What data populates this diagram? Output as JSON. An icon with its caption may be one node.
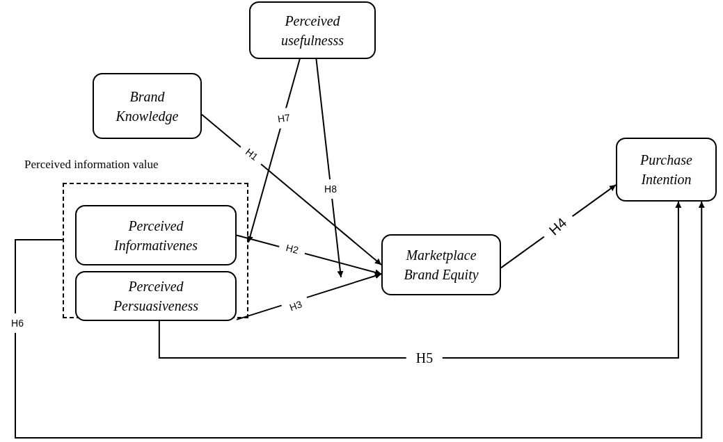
{
  "diagram": {
    "nodes": [
      {
        "text": [
          "Perceived usefulnesss"
        ]
      },
      {
        "text": [
          "Brand Knowledge"
        ]
      },
      {
        "text": [
          "Perceived information value"
        ]
      },
      {
        "text": [
          "Perceived Informativenes"
        ],
        "in": 2
      },
      {
        "text": [
          "Perceived Persuasiveness"
        ],
        "in": 2
      },
      {
        "text": [
          "Marketplace Brand Equity"
        ]
      },
      {
        "text": [
          "Purchase Intention"
        ]
      }
    ],
    "edges": [
      {
        "from": 1,
        "to": 5,
        "arrow": "to",
        "label": "H1"
      },
      {
        "from": 0,
        "to": 2,
        "arrow": "to",
        "label": "H7"
      },
      {
        "from": 0,
        "to": null,
        "arrow": "to",
        "label": "H8"
      },
      {
        "from": 3,
        "to": 5,
        "arrow": "to",
        "label": "H2"
      },
      {
        "from": 4,
        "to": 5,
        "arrow": "to",
        "label": "H3"
      },
      {
        "from": 5,
        "to": 6,
        "arrow": "to",
        "label": "H4"
      },
      {
        "from": 2,
        "to": 6,
        "arrow": "to",
        "label": "H5"
      },
      {
        "from": 2,
        "to": 6,
        "arrow": "to",
        "label": "H6"
      }
    ]
  }
}
